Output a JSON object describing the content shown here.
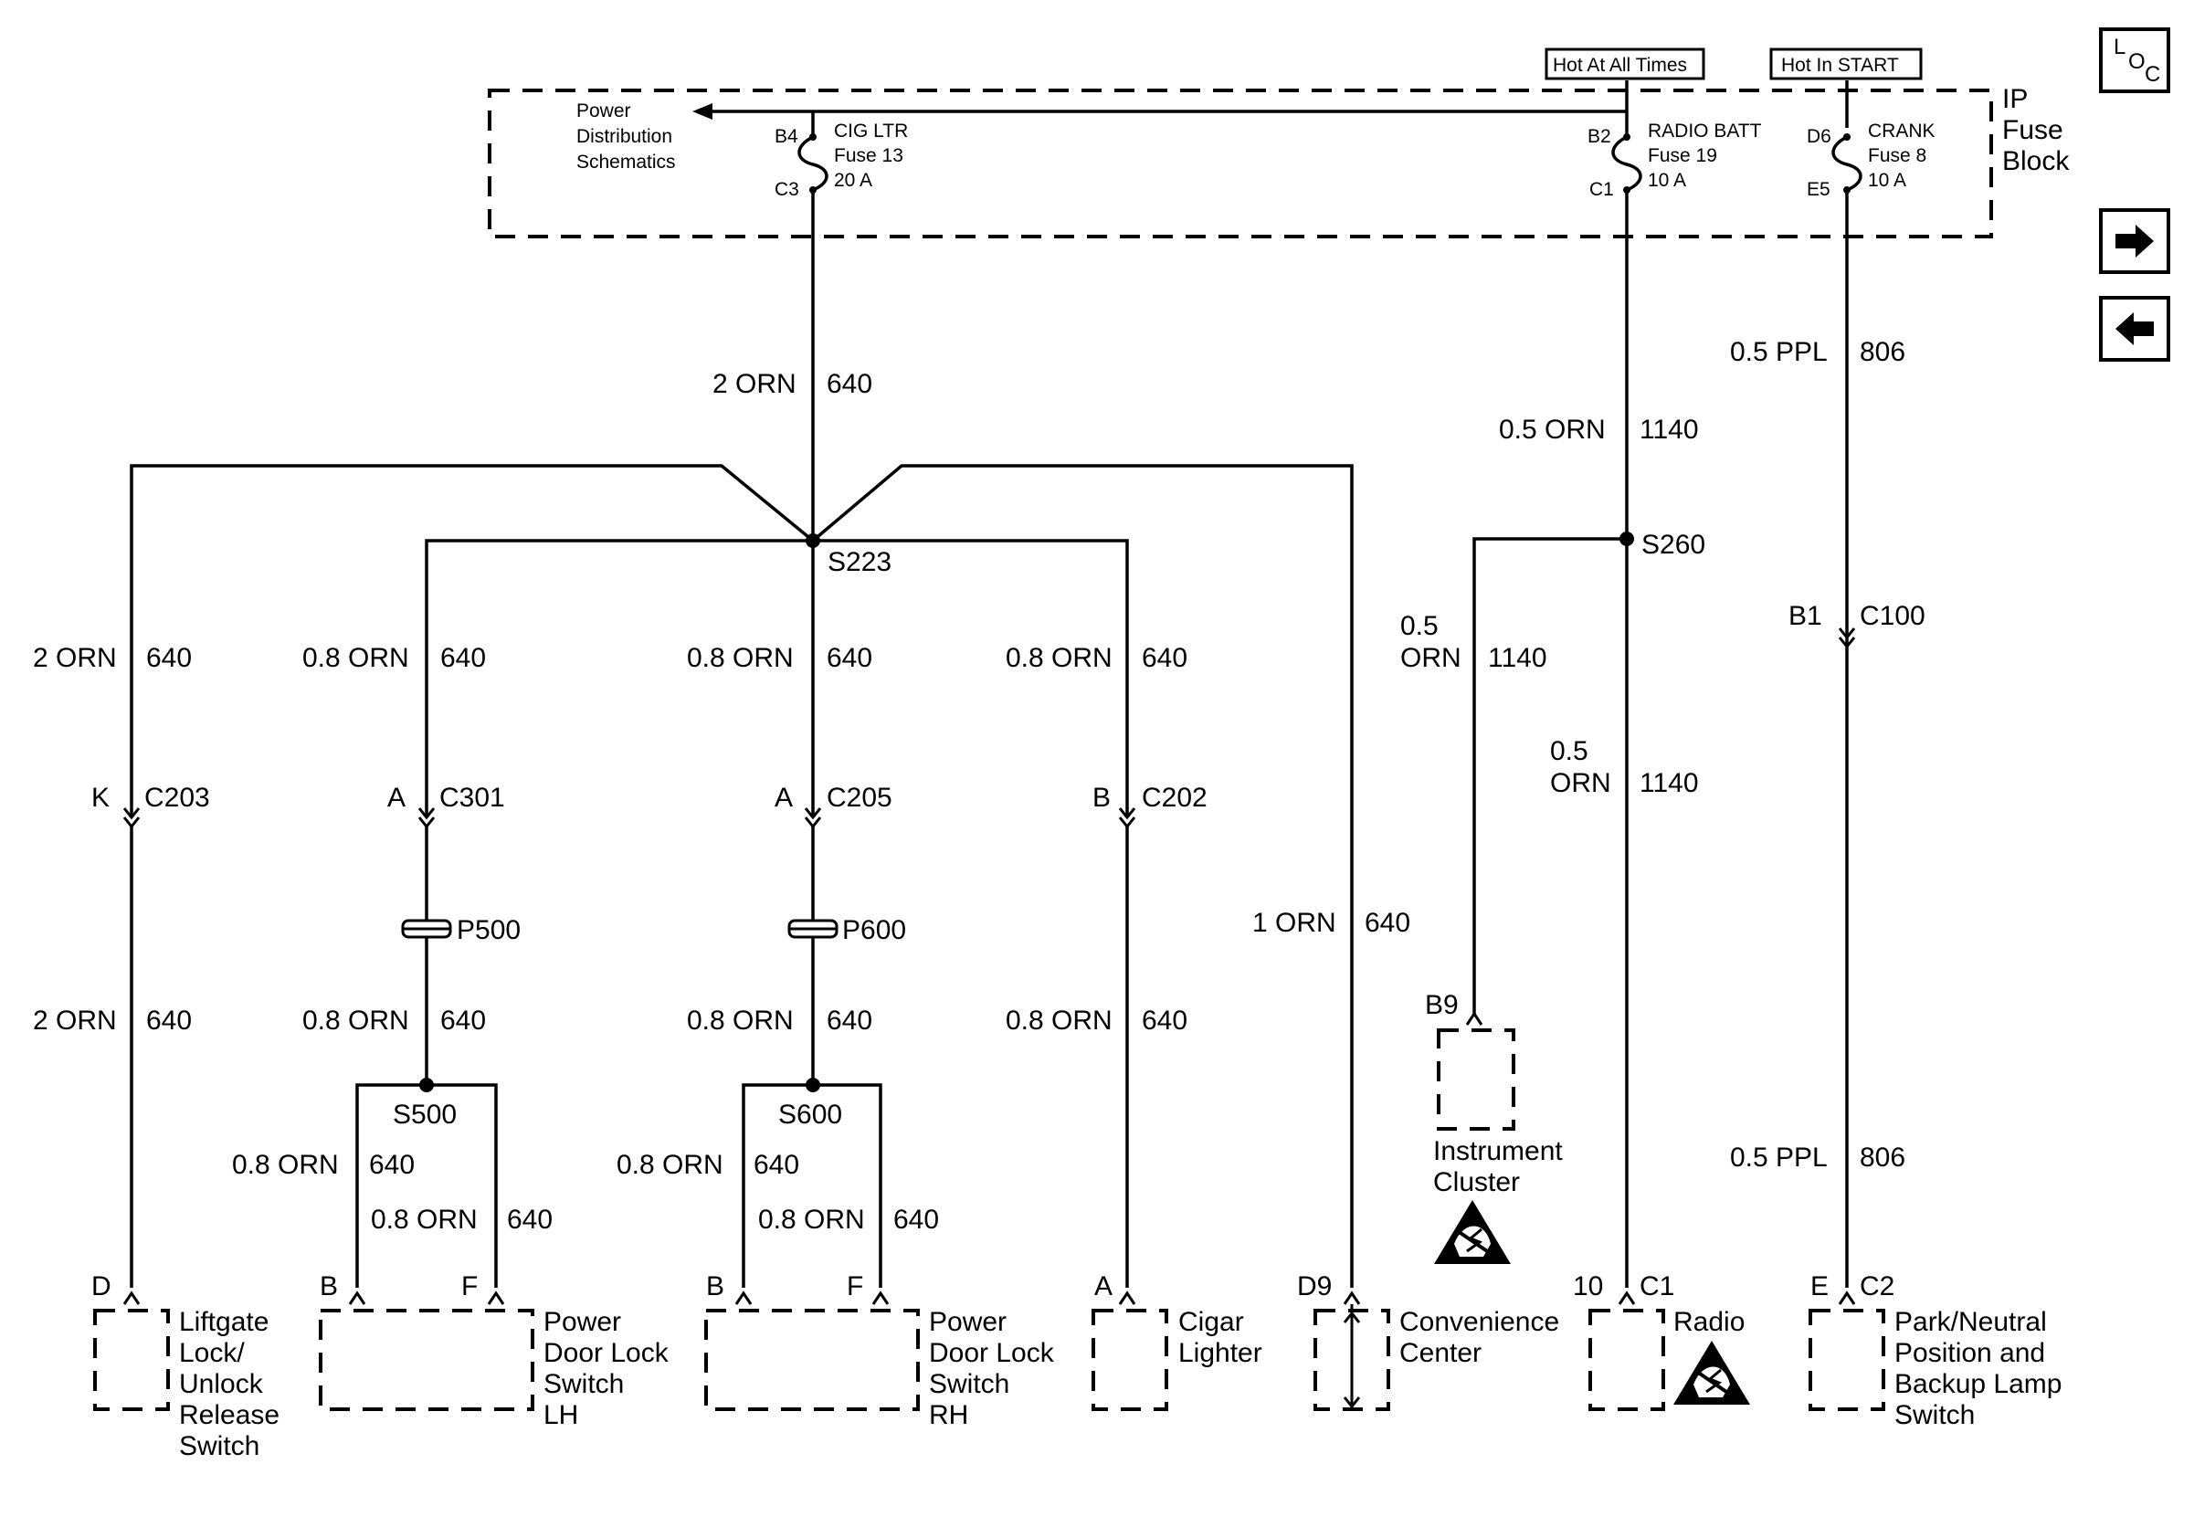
{
  "fuse_block": {
    "label_line1": "IP",
    "label_line2": "Fuse",
    "label_line3": "Block",
    "power_ref_line1": "Power",
    "power_ref_line2": "Distribution",
    "power_ref_line3": "Schematics",
    "hot_at_all_times": "Hot At All Times",
    "hot_in_start": "Hot In START",
    "fuses": [
      {
        "top_pin": "B4",
        "bottom_pin": "C3",
        "name": "CIG LTR",
        "number": "Fuse 13",
        "rating": "20 A"
      },
      {
        "top_pin": "B2",
        "bottom_pin": "C1",
        "name": "RADIO BATT",
        "number": "Fuse 19",
        "rating": "10 A"
      },
      {
        "top_pin": "D6",
        "bottom_pin": "E5",
        "name": "CRANK",
        "number": "Fuse 8",
        "rating": "10 A"
      }
    ]
  },
  "splices": {
    "s223": "S223",
    "s260": "S260",
    "s500": "S500",
    "s600": "S600",
    "p500": "P500",
    "p600": "P600"
  },
  "wires": {
    "main_size": "2 ORN",
    "main_circuit": "640",
    "liftgate_size": "2 ORN",
    "liftgate_circuit": "640",
    "liftgate_lower_size": "2 ORN",
    "liftgate_lower_circuit": "640",
    "lh_upper_size": "0.8 ORN",
    "lh_upper_circuit": "640",
    "lh_mid_size": "0.8 ORN",
    "lh_mid_circuit": "640",
    "lh_b_size": "0.8 ORN",
    "lh_b_circuit": "640",
    "lh_f_size": "0.8 ORN",
    "lh_f_circuit": "640",
    "rh_upper_size": "0.8 ORN",
    "rh_upper_circuit": "640",
    "rh_mid_size": "0.8 ORN",
    "rh_mid_circuit": "640",
    "rh_b_size": "0.8 ORN",
    "rh_b_circuit": "640",
    "rh_f_size": "0.8 ORN",
    "rh_f_circuit": "640",
    "cig_upper_size": "0.8 ORN",
    "cig_upper_circuit": "640",
    "cig_lower_size": "0.8 ORN",
    "cig_lower_circuit": "640",
    "conv_size": "1 ORN",
    "conv_circuit": "640",
    "radio_main_size": "0.5 ORN",
    "radio_main_circuit": "1140",
    "cluster_size_line1": "0.5",
    "cluster_size_line2": "ORN",
    "cluster_circuit": "1140",
    "radio_size_line1": "0.5",
    "radio_size_line2": "ORN",
    "radio_circuit": "1140",
    "crank_upper_size": "0.5 PPL",
    "crank_upper_circuit": "806",
    "crank_lower_size": "0.5 PPL",
    "crank_lower_circuit": "806"
  },
  "connectors": {
    "c203_pin": "K",
    "c203": "C203",
    "c301_pin": "A",
    "c301": "C301",
    "c205_pin": "A",
    "c205": "C205",
    "c202_pin": "B",
    "c202": "C202",
    "c100_pin": "B1",
    "c100": "C100"
  },
  "components": {
    "liftgate": {
      "pin": "D",
      "line1": "Liftgate",
      "line2": "Lock/",
      "line3": "Unlock",
      "line4": "Release",
      "line5": "Switch"
    },
    "pdl_lh": {
      "pin_b": "B",
      "pin_f": "F",
      "line1": "Power",
      "line2": "Door Lock",
      "line3": "Switch",
      "line4": "LH"
    },
    "pdl_rh": {
      "pin_b": "B",
      "pin_f": "F",
      "line1": "Power",
      "line2": "Door Lock",
      "line3": "Switch",
      "line4": "RH"
    },
    "cigar": {
      "pin": "A",
      "line1": "Cigar",
      "line2": "Lighter"
    },
    "convenience": {
      "pin": "D9",
      "line1": "Convenience",
      "line2": "Center"
    },
    "cluster": {
      "pin": "B9",
      "line1": "Instrument",
      "line2": "Cluster"
    },
    "radio": {
      "pin": "10",
      "connector": "C1",
      "line1": "Radio"
    },
    "pnp": {
      "pin": "E",
      "connector": "C2",
      "line1": "Park/Neutral",
      "line2": "Position and",
      "line3": "Backup Lamp",
      "line4": "Switch"
    }
  },
  "nav": {
    "loc_l": "L",
    "loc_o": "O",
    "loc_c": "C",
    "next_icon": "arrow-right-icon",
    "prev_icon": "arrow-left-icon"
  }
}
